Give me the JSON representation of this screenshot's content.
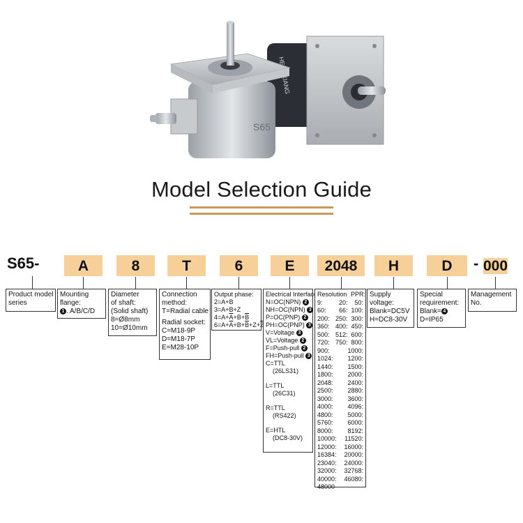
{
  "title": "Model Selection Guide",
  "accent": "#c89a55",
  "cell_color": "#f6cf99",
  "photo": {
    "logo": "HENGXIANG",
    "model_mark": "S65"
  },
  "model": {
    "prefix": "S65-",
    "codes": [
      "A",
      "8",
      "T",
      "6",
      "E",
      "2048",
      "H",
      "D"
    ],
    "dash": "-",
    "management": "000"
  },
  "boxes": {
    "product": [
      "Product model",
      "series"
    ],
    "mounting": {
      "lines": [
        "Mounting",
        "flange:"
      ],
      "option": "A/B/C/D",
      "circle": "1"
    },
    "shaft": [
      "Diameter",
      "of shaft:",
      "(Solid shaft)",
      "8=Ø8mm",
      "10=Ø10mm"
    ],
    "connection": [
      "Connection",
      "method:",
      "T=Radial cable",
      "Radial socket:",
      "C=M18-9P",
      "D=M18-7P",
      "E=M28-10P"
    ],
    "output": {
      "title": "Output phase:",
      "l1": "2=A+B",
      "l2": "3=A+B+Z"
    },
    "electrical": {
      "title": "Electrical Interface:",
      "items": [
        {
          "t": "N=OC(NPN)",
          "c": "2"
        },
        {
          "t": "NH=OC(NPN)",
          "c": "3"
        },
        {
          "t": "P=OC(PNP)",
          "c": "2"
        },
        {
          "t": "PH=OC(PNP)",
          "c": "3"
        },
        {
          "t": "V=Voltage",
          "c": "3"
        },
        {
          "t": "VL=Voltage",
          "c": "2"
        },
        {
          "t": "F=Push-pull",
          "c": "2"
        },
        {
          "t": "FH=Push-pull",
          "c": "3"
        }
      ],
      "extra": [
        [
          "C=TTL",
          "(26LS31)"
        ],
        [
          "L=TTL",
          "(26C31)"
        ],
        [
          "R=TTL",
          "(RS422)"
        ],
        [
          "E=HTL",
          "(DC8-30V)"
        ]
      ]
    },
    "resolution": {
      "h1": "Resolution",
      "h2": "PPR:",
      "rows": [
        [
          "9:",
          "20:",
          "50:"
        ],
        [
          "60:",
          "66:",
          "100:"
        ],
        [
          "200:",
          "250:",
          "300:"
        ],
        [
          "360:",
          "400:",
          "450:"
        ],
        [
          "500:",
          "512:",
          "600:"
        ],
        [
          "720:",
          "750:",
          "800:"
        ],
        [
          "900:",
          "",
          "1000:"
        ],
        [
          "1024:",
          "",
          "1200:"
        ],
        [
          "1440:",
          "",
          "1500:"
        ],
        [
          "1800:",
          "",
          "2000:"
        ],
        [
          "2048:",
          "",
          "2400:"
        ],
        [
          "2500:",
          "",
          "2880:"
        ],
        [
          "3000:",
          "",
          "3600:"
        ],
        [
          "4000:",
          "",
          "4096:"
        ],
        [
          "4800:",
          "",
          "5000:"
        ],
        [
          "5760:",
          "",
          "6000:"
        ],
        [
          "8000:",
          "",
          "8192:"
        ],
        [
          "10000:",
          "",
          "11520:"
        ],
        [
          "12000:",
          "",
          "16000:"
        ],
        [
          "16384:",
          "",
          "20000:"
        ],
        [
          "23040:",
          "",
          "24000:"
        ],
        [
          "32000:",
          "",
          "32768:"
        ],
        [
          "40000:",
          "",
          "46080:"
        ],
        [
          "48000",
          "",
          ""
        ]
      ]
    },
    "supply": [
      "Supply",
      "voltage:",
      "Blank=DC5V",
      "H=DC8-30V"
    ],
    "special": {
      "lines": [
        "Special",
        "requirement:"
      ],
      "blank": "Blank=",
      "circle": "4",
      "d": "D=IP65"
    },
    "management": [
      "Management",
      "No."
    ]
  }
}
